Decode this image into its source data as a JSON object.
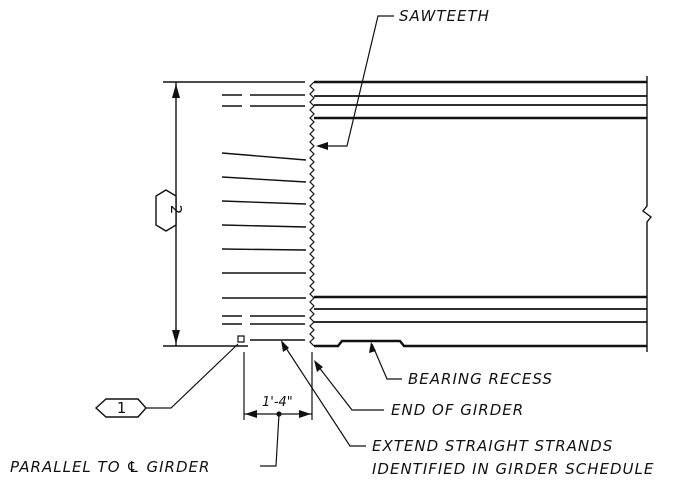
{
  "labels": {
    "sawteeth": "SAWTEETH",
    "bearing_recess": "BEARING RECESS",
    "end_of_girder": "END OF GIRDER",
    "extend_line1": "EXTEND STRAIGHT STRANDS",
    "extend_line2": "IDENTIFIED IN GIRDER SCHEDULE",
    "parallel": "PARALLEL TO ℄ GIRDER",
    "dimension": "1'-4\"",
    "tag_1": "1",
    "tag_2": "2"
  },
  "colors": {
    "ink": "#111111",
    "background": "#ffffff"
  }
}
